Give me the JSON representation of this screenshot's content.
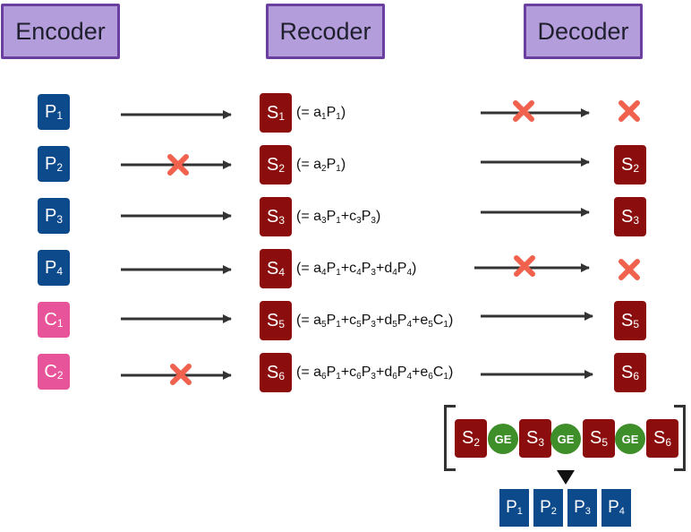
{
  "headers": {
    "encoder": "Encoder",
    "recoder": "Recoder",
    "decoder": "Decoder"
  },
  "encoder_packets": [
    {
      "sym": "P",
      "sub": "1"
    },
    {
      "sym": "P",
      "sub": "2"
    },
    {
      "sym": "P",
      "sub": "3"
    },
    {
      "sym": "P",
      "sub": "4"
    },
    {
      "sym": "C",
      "sub": "1"
    },
    {
      "sym": "C",
      "sub": "2"
    }
  ],
  "recoded_packets": [
    {
      "sym": "S",
      "sub": "1"
    },
    {
      "sym": "S",
      "sub": "2"
    },
    {
      "sym": "S",
      "sub": "3"
    },
    {
      "sym": "S",
      "sub": "4"
    },
    {
      "sym": "S",
      "sub": "5"
    },
    {
      "sym": "S",
      "sub": "6"
    }
  ],
  "equations": [
    "(= a1P1)",
    "(= a2P1)",
    "(= a3P1+c3P3)",
    "(= a4P1+c4P3+d4P4)",
    "(= a5P1+c5P3+d5P4+e5C1)",
    "(= a6P1+c6P3+d6P4+e6C1)"
  ],
  "decoder_received": [
    {
      "lost": true
    },
    {
      "sym": "S",
      "sub": "2"
    },
    {
      "sym": "S",
      "sub": "3"
    },
    {
      "lost": true
    },
    {
      "sym": "S",
      "sub": "5"
    },
    {
      "sym": "S",
      "sub": "6"
    }
  ],
  "combine_row": [
    {
      "sym": "S",
      "sub": "2"
    },
    {
      "ge": "GE"
    },
    {
      "sym": "S",
      "sub": "3"
    },
    {
      "ge": "GE"
    },
    {
      "sym": "S",
      "sub": "5"
    },
    {
      "ge": "GE"
    },
    {
      "sym": "S",
      "sub": "6"
    }
  ],
  "decoded_output": [
    {
      "sym": "P",
      "sub": "1"
    },
    {
      "sym": "P",
      "sub": "2"
    },
    {
      "sym": "P",
      "sub": "3"
    },
    {
      "sym": "P",
      "sub": "4"
    }
  ],
  "colors": {
    "header_fill": "#b39ddb",
    "header_border": "#6a3fa0",
    "source": "#0d4a8c",
    "coded": "#e8549a",
    "recoded": "#8b0d0d",
    "ge": "#3e8e2a",
    "loss": "#f0624d"
  },
  "icons": {
    "loss": "x-mark-icon",
    "arrow": "right-arrow-icon"
  }
}
